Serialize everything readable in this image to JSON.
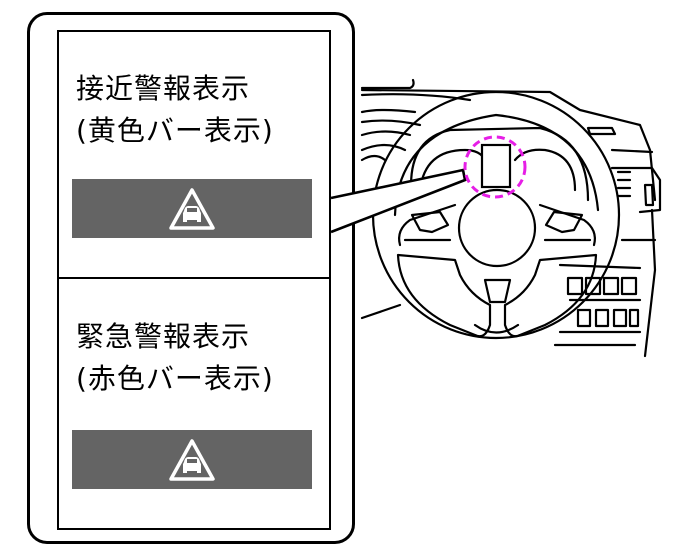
{
  "sections": [
    {
      "title": "接近警報表示",
      "subtitle": "(黄色バー表示)",
      "bar_color": "#646464",
      "icon": "car-warning-triangle-icon"
    },
    {
      "title": "緊急警報表示",
      "subtitle": "(赤色バー表示)",
      "bar_color": "#646464",
      "icon": "car-warning-triangle-icon"
    }
  ],
  "highlight_color": "#e61ee6"
}
